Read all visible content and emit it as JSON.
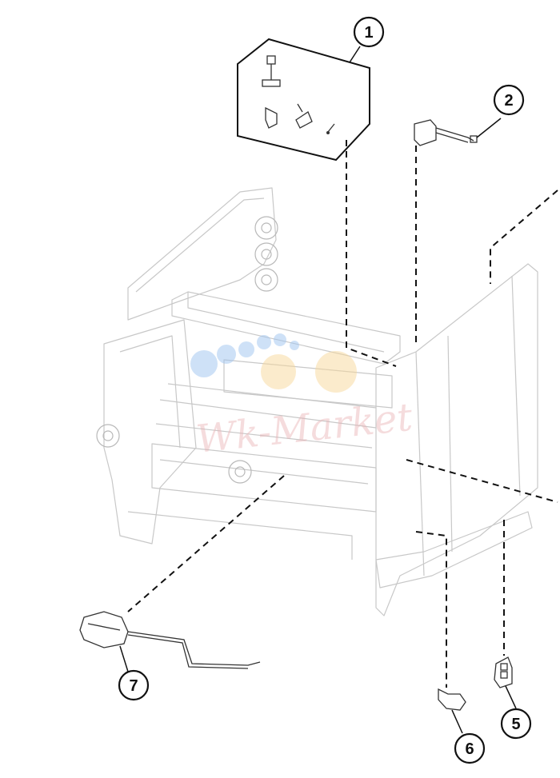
{
  "callouts": [
    {
      "id": "1",
      "label": "1"
    },
    {
      "id": "2",
      "label": "2"
    },
    {
      "id": "5",
      "label": "5"
    },
    {
      "id": "6",
      "label": "6"
    },
    {
      "id": "7",
      "label": "7"
    }
  ],
  "watermark": {
    "text": "Wk-Market"
  },
  "colors": {
    "line": "#111111",
    "part_outline": "#c8c8c8",
    "watermark_blue": "#9ec3ef",
    "watermark_yellow": "#f7d89a",
    "watermark_pink": "#e9b3b6"
  }
}
